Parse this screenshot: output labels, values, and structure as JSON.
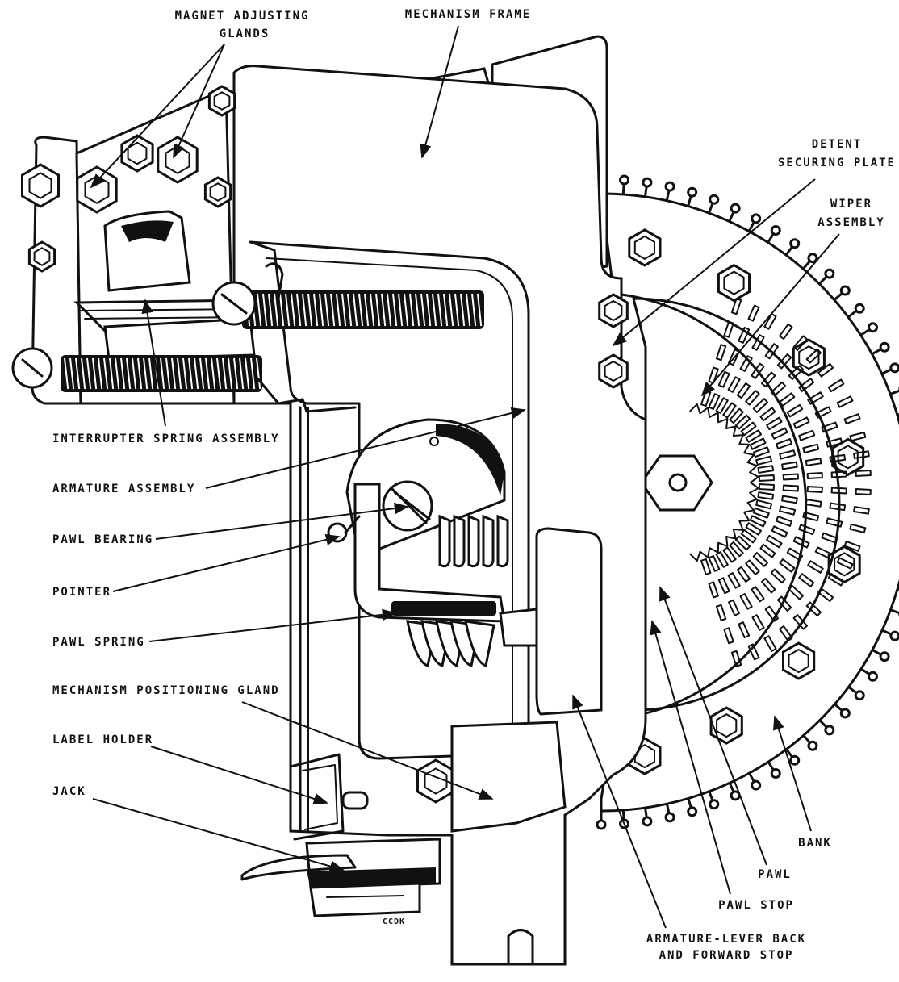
{
  "labels": {
    "magnet_adjusting_glands_1": "MAGNET ADJUSTING",
    "magnet_adjusting_glands_2": "GLANDS",
    "mechanism_frame": "MECHANISM FRAME",
    "detent_securing_plate_1": "DETENT",
    "detent_securing_plate_2": "SECURING PLATE",
    "wiper_assembly_1": "WIPER",
    "wiper_assembly_2": "ASSEMBLY",
    "interrupter_spring_assembly": "INTERRUPTER SPRING ASSEMBLY",
    "armature_assembly": "ARMATURE ASSEMBLY",
    "pawl_bearing": "PAWL BEARING",
    "pointer": "POINTER",
    "pawl_spring": "PAWL SPRING",
    "mechanism_positioning_gland": "MECHANISM POSITIONING GLAND",
    "label_holder": "LABEL HOLDER",
    "jack": "JACK",
    "bank": "BANK",
    "pawl": "PAWL",
    "pawl_stop": "PAWL STOP",
    "armature_lever_stop_1": "ARMATURE-LEVER BACK",
    "armature_lever_stop_2": "AND FORWARD STOP",
    "drawing_code": "CCDK"
  }
}
